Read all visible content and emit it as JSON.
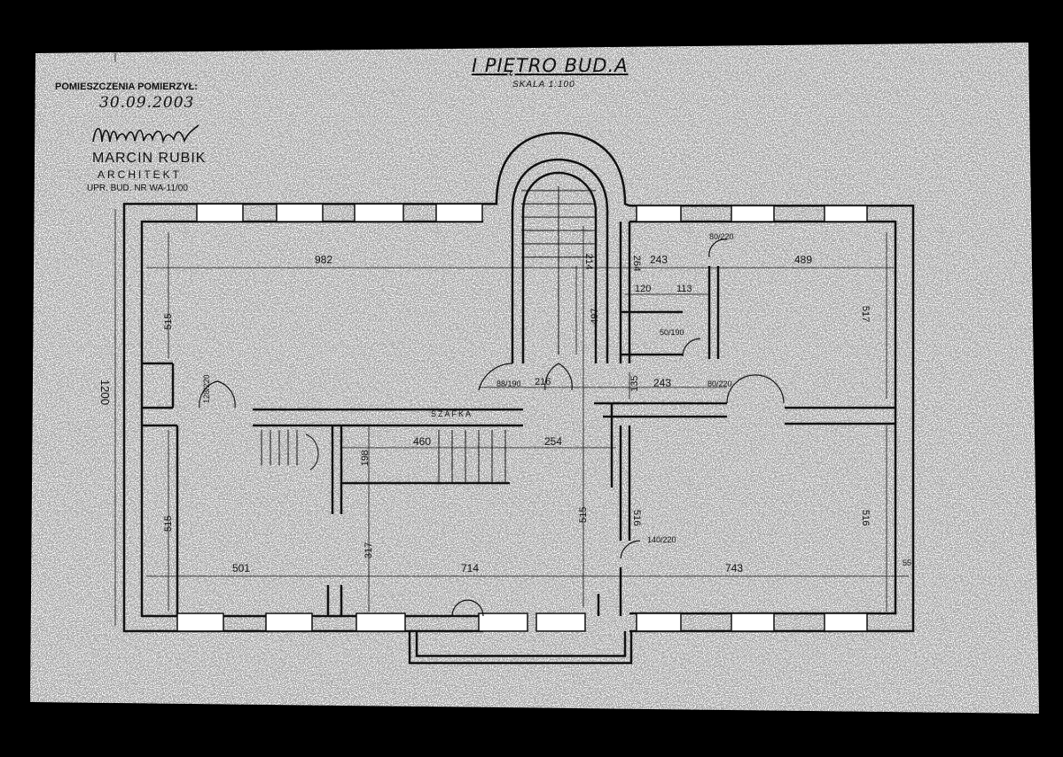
{
  "header": {
    "title": "I PIĘTRO BUD.A",
    "scale": "SKALA 1:100",
    "measured_by": "POMIESZCZENIA POMIERZYŁ:",
    "date": "30.09.2003",
    "architect_name": "MARCIN RUBIK",
    "architect_role": "ARCHITEKT",
    "license": "UPR. BUD. NR WA-11/00"
  },
  "labels": {
    "wardrobe": "SZAFKA"
  },
  "dimensions": {
    "d982": "982",
    "d214": "214",
    "d264": "264",
    "d243a": "243",
    "d489": "489",
    "d120": "120",
    "d113": "113",
    "d515a": "515",
    "d497": "497",
    "d517a": "517",
    "d1200": "1200",
    "d460": "460",
    "d254": "254",
    "d198": "198",
    "d216": "216",
    "d135": "135",
    "d243b": "243",
    "d515b": "515",
    "d317": "317",
    "d515c": "515",
    "d516a": "516",
    "d516b": "516",
    "d501": "501",
    "d714": "714",
    "d743": "743",
    "d55": "55",
    "door_88_190": "88/190",
    "door_80_220": "80/220",
    "door_80_220b": "80/220",
    "door_50_190": "50/190",
    "door_140_220": "140/220",
    "door_128_220": "128/220"
  },
  "colors": {
    "paper": "#ffffff",
    "ink": "#111111",
    "background": "#000000"
  }
}
